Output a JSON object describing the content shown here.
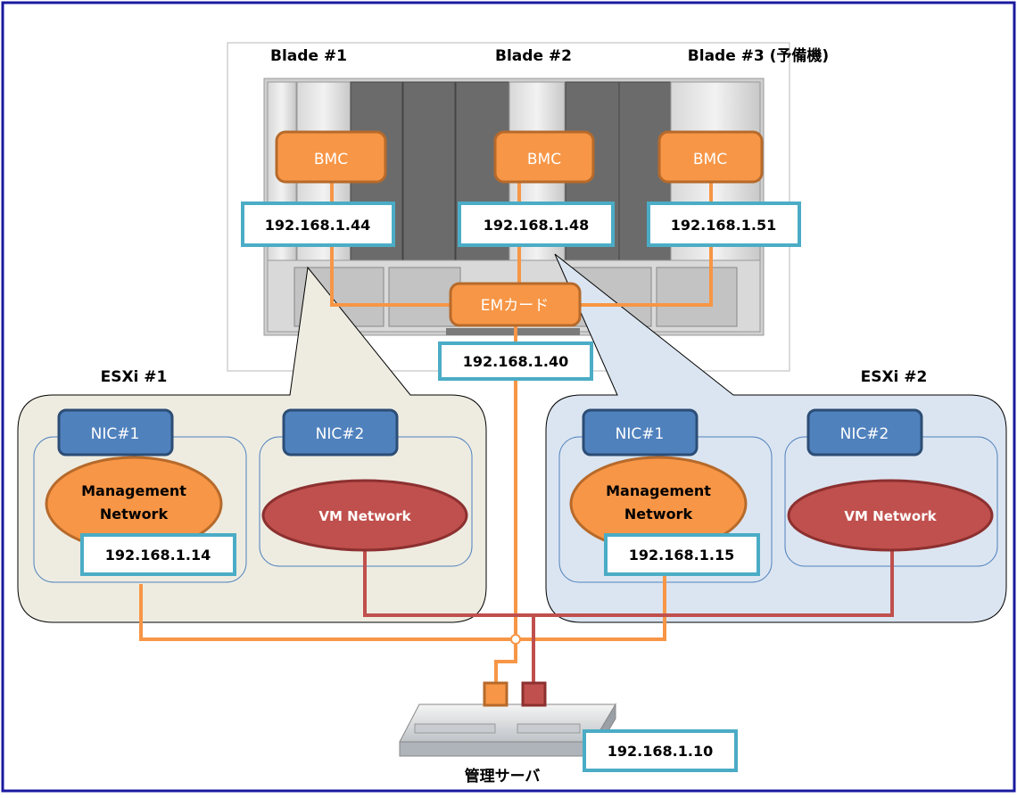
{
  "blades": [
    {
      "label": "Blade #1",
      "bmc": "BMC",
      "ip": "192.168.1.44"
    },
    {
      "label": "Blade #2",
      "bmc": "BMC",
      "ip": "192.168.1.48"
    },
    {
      "label": "Blade #3 (予備機)",
      "bmc": "BMC",
      "ip": "192.168.1.51"
    }
  ],
  "em_card": {
    "label": "EMカード",
    "ip": "192.168.1.40"
  },
  "esxi": [
    {
      "label": "ESXi #1",
      "nic1": "NIC#1",
      "nic2": "NIC#2",
      "mgmt_line1": "Management",
      "mgmt_line2": "Network",
      "vm_network": "VM Network",
      "ip": "192.168.1.14"
    },
    {
      "label": "ESXi #2",
      "nic1": "NIC#1",
      "nic2": "NIC#2",
      "mgmt_line1": "Management",
      "mgmt_line2": "Network",
      "vm_network": "VM Network",
      "ip": "192.168.1.15"
    }
  ],
  "mgmt_server": {
    "label": "管理サーバ",
    "ip": "192.168.1.10"
  },
  "colors": {
    "frame": "#1a1aa0",
    "orange": "#f79646",
    "orange_stroke": "#b66a2b",
    "red": "#c0504d",
    "red_stroke": "#8c3030",
    "nic_blue": "#4f81bd",
    "nic_stroke": "#2c4d75",
    "ip_border": "#4bacc6",
    "esxi1_fill": "#eeece1",
    "esxi2_fill": "#dbe5f1"
  }
}
